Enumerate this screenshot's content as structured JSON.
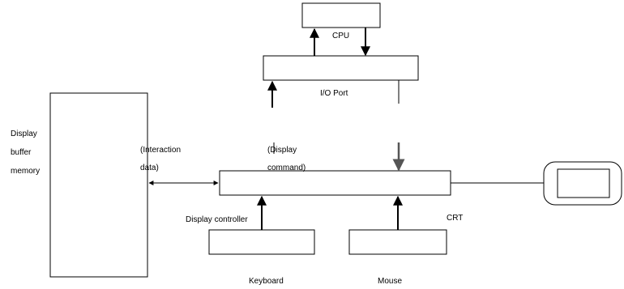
{
  "labels": {
    "cpu": "CPU",
    "io_port": "I/O Port",
    "display_buffer_line1": "Display",
    "display_buffer_line2": "buffer",
    "display_buffer_line3": "memory",
    "interaction_line1": "(Interaction",
    "interaction_line2": "data)",
    "display_command_line1": "(Display",
    "display_command_line2": "command)",
    "display_controller": "Display controller",
    "crt": "CRT",
    "keyboard": "Keyboard",
    "mouse": "Mouse"
  }
}
